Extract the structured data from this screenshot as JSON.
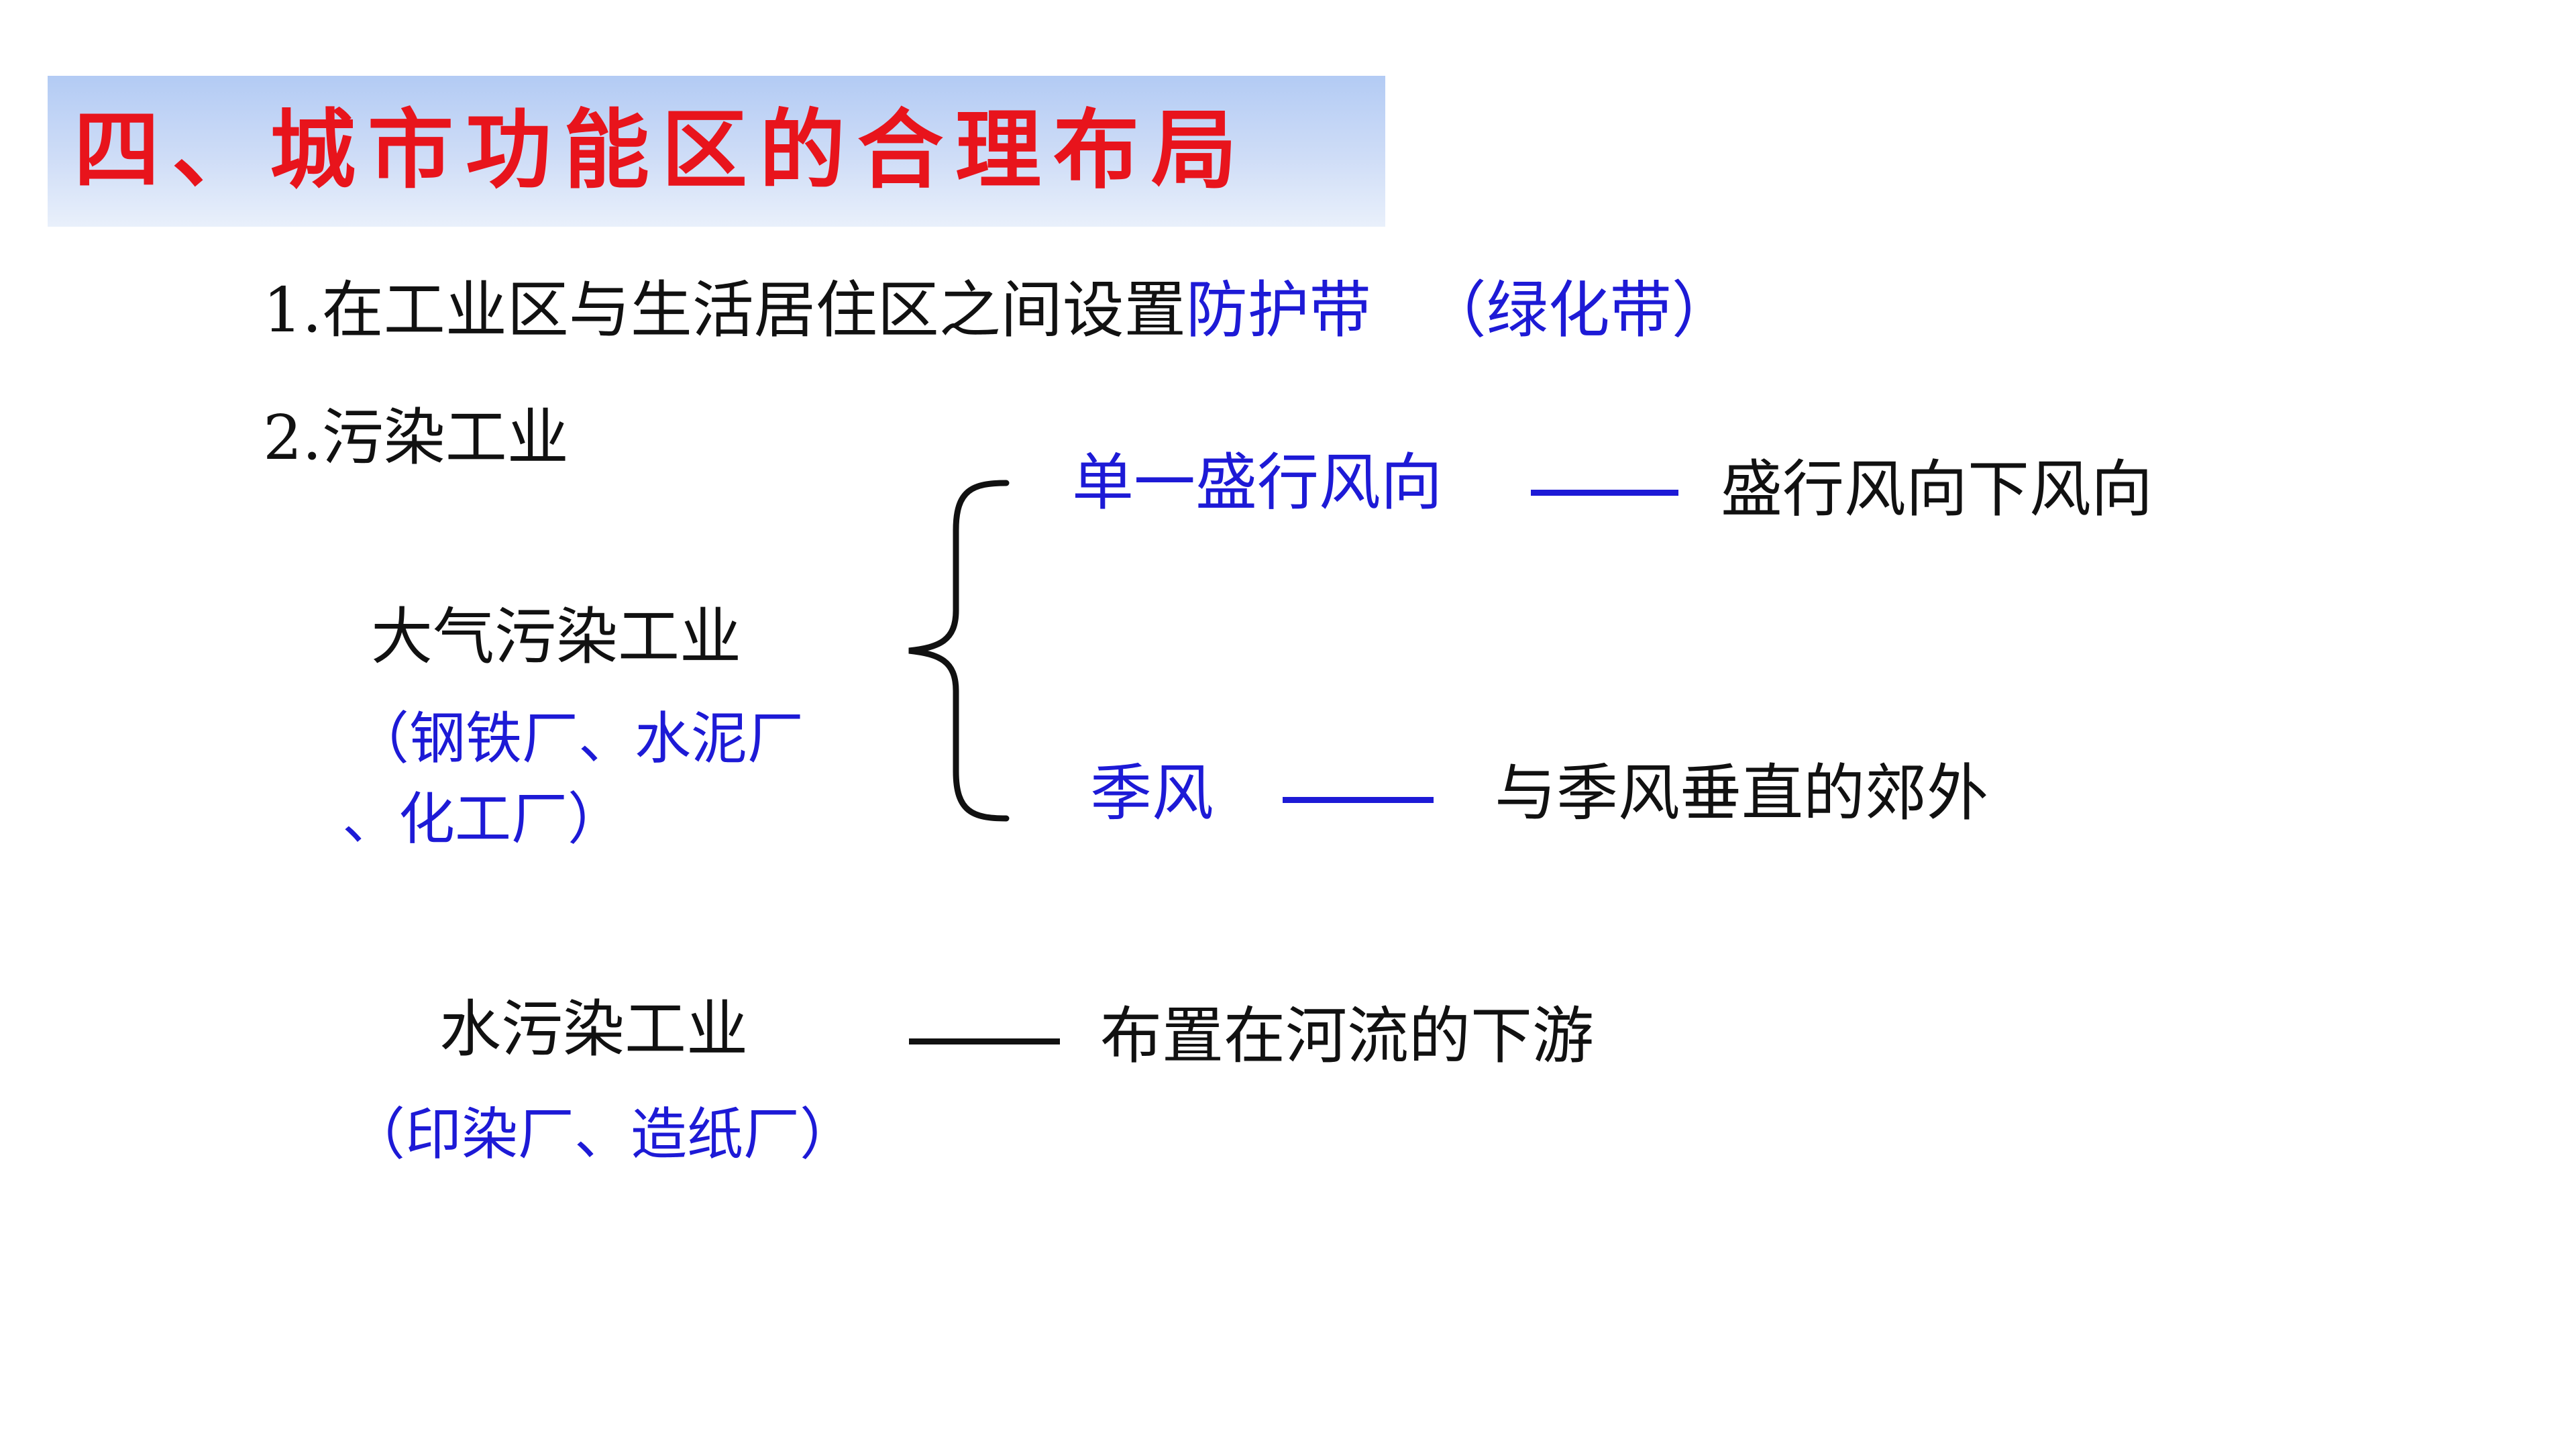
{
  "title": "四、城市功能区的合理布局",
  "item1": {
    "prefix": "1.在工业区与生活居住区之间设置",
    "highlight": "防护带",
    "note": "（绿化带）"
  },
  "item2": {
    "label": "2.污染工业"
  },
  "air_pollution": {
    "label": "大气污染工业",
    "examples_line1": "（钢铁厂、水泥厂",
    "examples_line2": "、化工厂）",
    "branch1": {
      "condition": "单一盛行风向",
      "dash": "——",
      "location": "盛行风向下风向"
    },
    "branch2": {
      "condition": "季风",
      "dash": "——",
      "location": "与季风垂直的郊外"
    }
  },
  "water_pollution": {
    "label": "水污染工业",
    "examples": "（印染厂、造纸厂）",
    "dash": "——",
    "location": "布置在河流的下游"
  },
  "colors": {
    "title_red": "#e8141c",
    "highlight_blue": "#1d1ad6",
    "text_black": "#111111",
    "title_band": "#b3cbf4"
  }
}
